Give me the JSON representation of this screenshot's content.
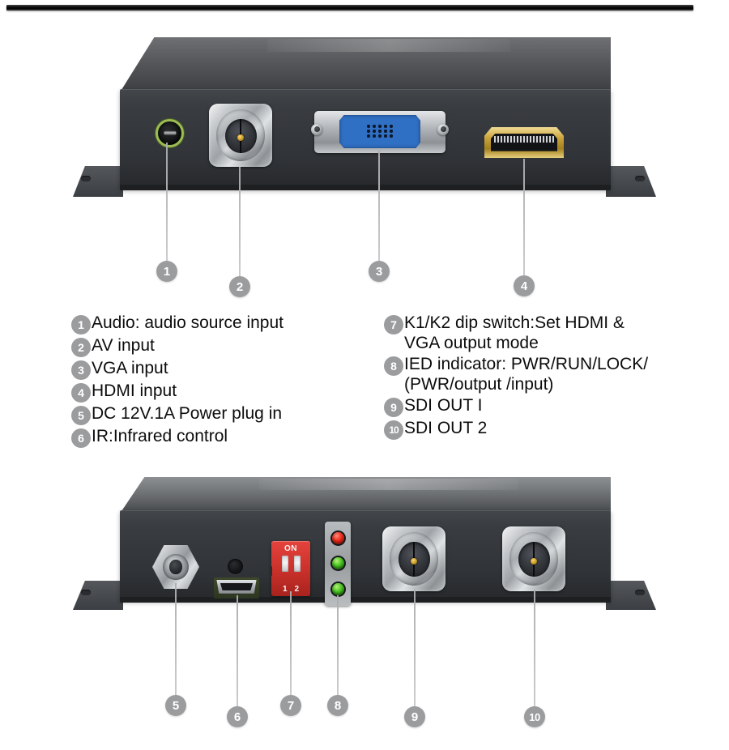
{
  "document": {
    "type": "product-connector-diagram",
    "top_rule_color": "#111111"
  },
  "devices": [
    {
      "id": "front-panel",
      "name": "front panel",
      "ports": [
        {
          "ref": "1",
          "name": "audio-jack-3.5mm",
          "color": "#9bbd52"
        },
        {
          "ref": "2",
          "name": "bnc-av-input",
          "color": "#c7cacd"
        },
        {
          "ref": "3",
          "name": "vga-port",
          "color": "#2f6fc4"
        },
        {
          "ref": "4",
          "name": "hdmi-port",
          "color": "#caa43c"
        }
      ]
    },
    {
      "id": "rear-panel",
      "name": "rear panel",
      "ports": [
        {
          "ref": "5",
          "name": "dc-power-jack",
          "color": "#c4c7ca"
        },
        {
          "ref": "6",
          "name": "ir-sensor-and-usb",
          "color": "#b0b4b8"
        },
        {
          "ref": "7",
          "name": "dip-switch",
          "color": "#c9302a"
        },
        {
          "ref": "8",
          "name": "led-indicator-bank",
          "color": "#9a9da0"
        },
        {
          "ref": "9",
          "name": "bnc-sdi-out-1",
          "color": "#c7cacd"
        },
        {
          "ref": "10",
          "name": "bnc-sdi-out-2",
          "color": "#c7cacd"
        }
      ]
    }
  ],
  "dip_switch": {
    "on_label": "ON",
    "switch_numbers": [
      "1",
      "2"
    ]
  },
  "led_bank": {
    "leds": [
      {
        "name": "pwr-led",
        "color": "#ee2a18"
      },
      {
        "name": "run-led",
        "color": "#45c41d"
      },
      {
        "name": "lock-led",
        "color": "#45c41d"
      }
    ]
  },
  "callouts_top": [
    {
      "number": "1"
    },
    {
      "number": "2"
    },
    {
      "number": "3"
    },
    {
      "number": "4"
    }
  ],
  "callouts_bottom": [
    {
      "number": "5"
    },
    {
      "number": "6"
    },
    {
      "number": "7"
    },
    {
      "number": "8"
    },
    {
      "number": "9"
    },
    {
      "number": "10"
    }
  ],
  "legend": {
    "badge_color": "#9a9c9e",
    "left_column": [
      {
        "number": "1",
        "text": "Audio: audio source input"
      },
      {
        "number": "2",
        "text": "AV input"
      },
      {
        "number": "3",
        "text": "VGA input"
      },
      {
        "number": "4",
        "text": "HDMI input"
      },
      {
        "number": "5",
        "text": "DC 12V.1A Power plug in"
      },
      {
        "number": "6",
        "text": "IR:Infrared control"
      }
    ],
    "right_column": [
      {
        "number": "7",
        "text": "K1/K2 dip switch:Set HDMI &\nVGA output mode"
      },
      {
        "number": "8",
        "text": "IED indicator: PWR/RUN/LOCK/\n(PWR/output /input)"
      },
      {
        "number": "9",
        "text": "SDI OUT I"
      },
      {
        "number": "10",
        "text": "SDI OUT 2"
      }
    ]
  }
}
